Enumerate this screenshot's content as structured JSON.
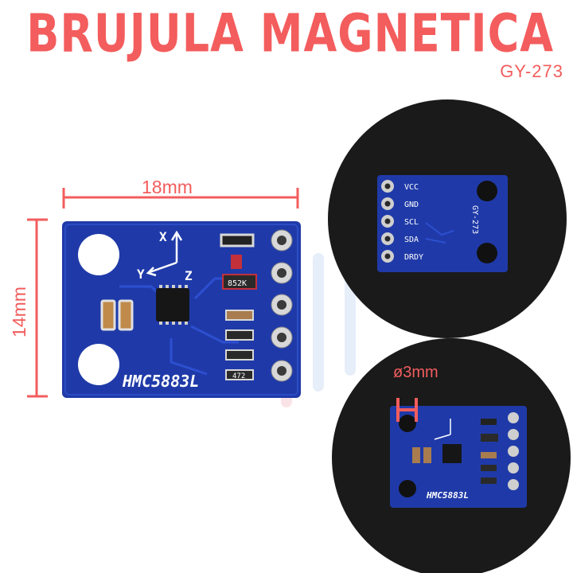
{
  "header": {
    "title": "BRUJULA MAGNETICA",
    "model": "GY-273"
  },
  "dimensions": {
    "width": "18mm",
    "height": "14mm",
    "hole_diameter": "ø3mm"
  },
  "board_front": {
    "chip_label": "HMC5883L",
    "axis_x": "X",
    "axis_y": "Y",
    "axis_z": "Z",
    "resistor_code_1": "852K",
    "resistor_code_2": "472"
  },
  "board_back": {
    "pins": [
      "VCC",
      "GND",
      "SCL",
      "SDA",
      "DRDY"
    ],
    "model_label": "GY-273"
  },
  "colors": {
    "accent": "#f35d5d",
    "pcb_blue": "#1f3aa8",
    "background": "#ffffff",
    "dark_circle": "#1a1a1a"
  }
}
